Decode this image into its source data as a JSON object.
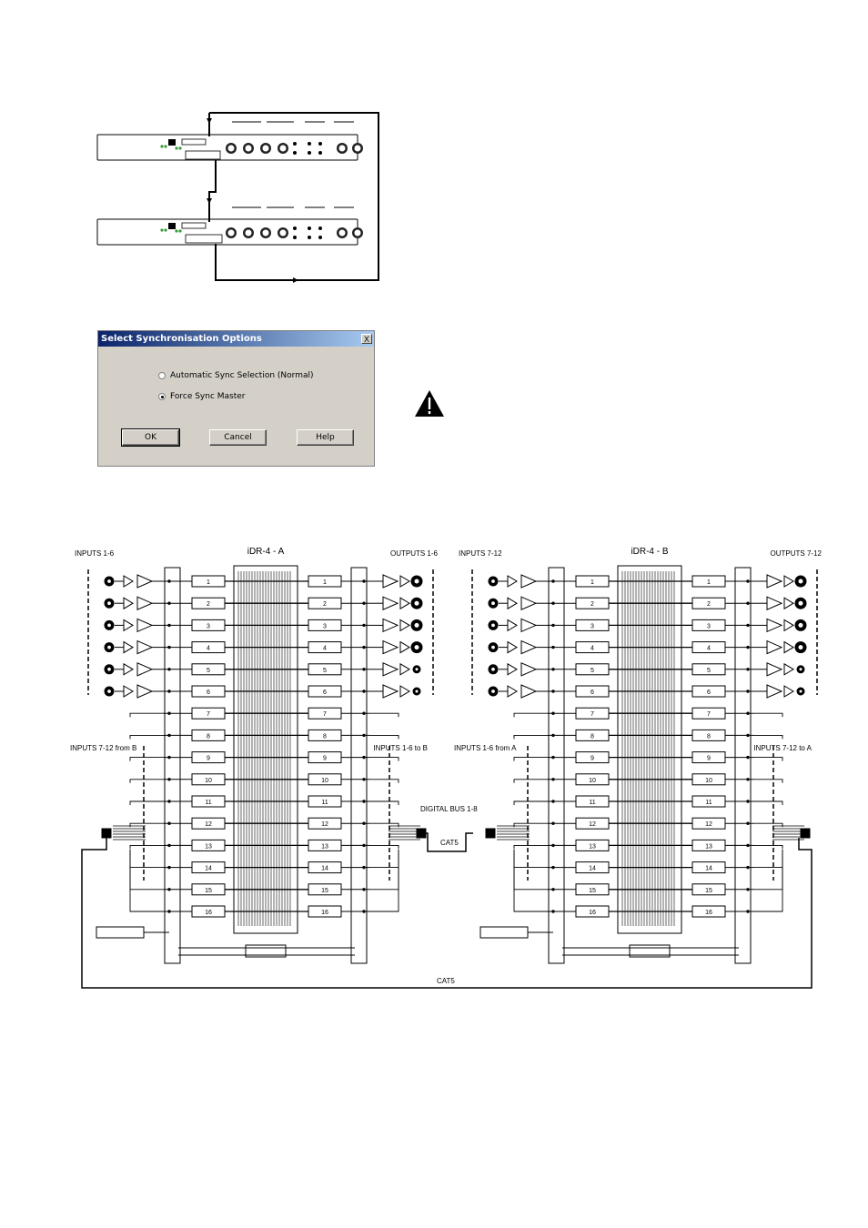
{
  "dialog": {
    "title": "Select Synchronisation Options",
    "close_glyph": "X",
    "options": [
      {
        "label": "Automatic Sync Selection (Normal)",
        "checked": false
      },
      {
        "label": "Force Sync Master",
        "checked": true
      }
    ],
    "buttons": {
      "ok": "OK",
      "cancel": "Cancel",
      "help": "Help"
    }
  },
  "warning_icon": "warning-triangle-icon",
  "diagram": {
    "unit_a": {
      "title": "iDR-4 - A",
      "inputs_label": "INPUTS 1-6",
      "outputs_label": "OUTPUTS 1-6",
      "ext_inputs_label": "INPUTS 7-12 from B",
      "ext_outputs_label": "INPUTS 1-6 to B"
    },
    "unit_b": {
      "title": "iDR-4 - B",
      "inputs_label": "INPUTS 7-12",
      "outputs_label": "OUTPUTS 7-12",
      "ext_inputs_label": "INPUTS 1-6 from A",
      "ext_outputs_label": "INPUTS 7-12 to A"
    },
    "channels": [
      "1",
      "2",
      "3",
      "4",
      "5",
      "6",
      "7",
      "8",
      "9",
      "10",
      "11",
      "12",
      "13",
      "14",
      "15",
      "16"
    ],
    "digital_bus_label": "DIGITAL BUS 1-8",
    "cat5_top_label": "CAT5",
    "cat5_bottom_label": "CAT5"
  }
}
